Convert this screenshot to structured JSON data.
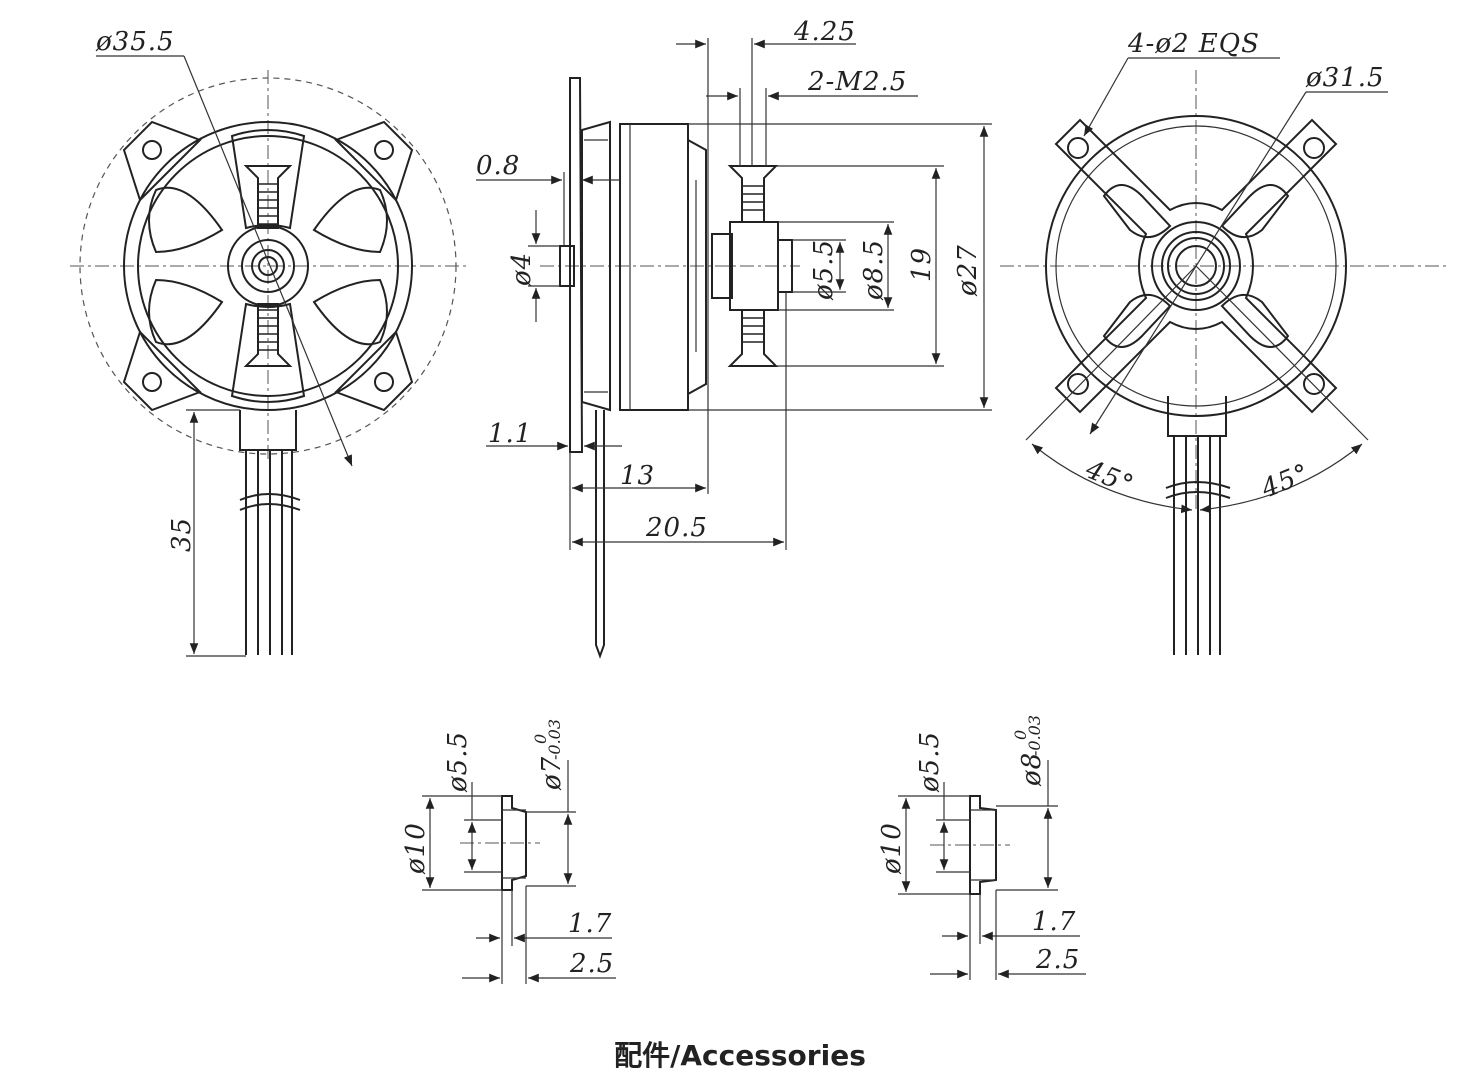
{
  "front_view": {
    "outer_diameter": "ø35.5",
    "cable_length": "35"
  },
  "side_view": {
    "dim_top": "4.25",
    "dim_thread": "2-M2.5",
    "dim_flange": "0.8",
    "dim_shaft": "ø4",
    "dim_hub_small": "ø5.5",
    "dim_hub_large": "ø8.5",
    "dim_19": "19",
    "dim_27": "ø27",
    "dim_base": "1.1",
    "dim_13": "13",
    "dim_205": "20.5"
  },
  "rear_view": {
    "holes": "4-ø2 EQS",
    "bolt_circle": "ø31.5",
    "angle_left": "45°",
    "angle_right": "45°"
  },
  "accessory_1": {
    "outer": "ø10",
    "bore": "ø5.5",
    "shaft_base": "ø7",
    "tol_upper": "0",
    "tol_lower": "-0.03",
    "width_small": "1.7",
    "width_large": "2.5"
  },
  "accessory_2": {
    "outer": "ø10",
    "bore": "ø5.5",
    "shaft_base": "ø8",
    "tol_upper": "0",
    "tol_lower": "-0.03",
    "width_small": "1.7",
    "width_large": "2.5"
  },
  "caption": "配件/Accessories"
}
